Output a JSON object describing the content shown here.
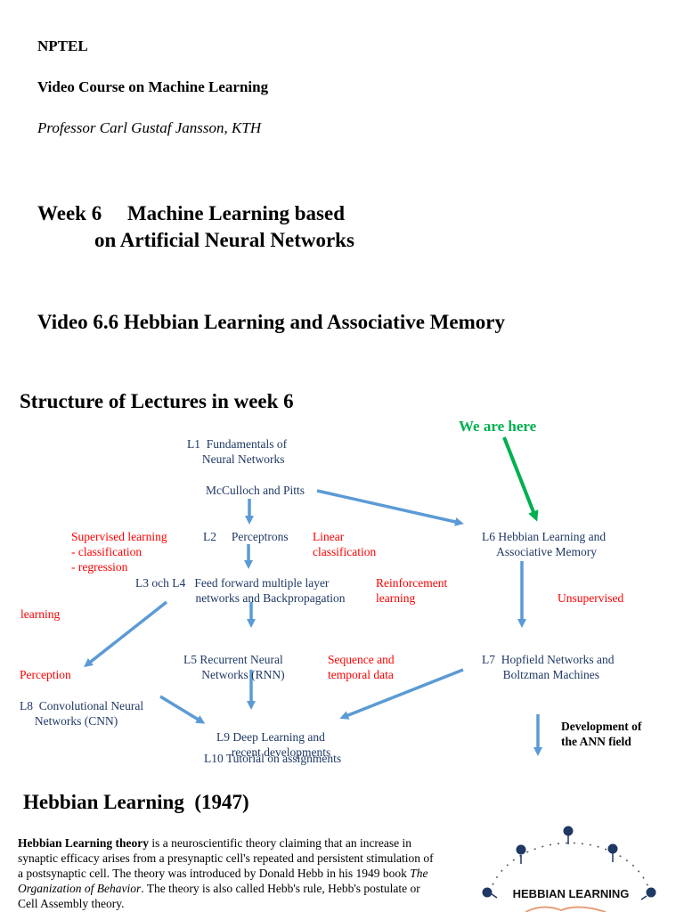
{
  "header": {
    "org": "NPTEL",
    "course": "Video Course on Machine Learning",
    "professor": "Professor Carl Gustaf Jansson, KTH"
  },
  "week": {
    "line1": "Week 6     Machine Learning based",
    "line2": "on Artificial Neural Networks"
  },
  "video_title": "Video 6.6  Hebbian Learning and Associative Memory",
  "structure": {
    "heading": "Structure of Lectures in week 6",
    "we_are_here": "We are here",
    "nodes": {
      "l1": "L1  Fundamentals of\n     Neural Networks",
      "mcculloch": "McCulloch and Pitts",
      "l2": "L2     Perceptrons",
      "l3l4": "L3 och L4   Feed forward multiple layer\n                    networks and Backpropagation",
      "l5": "L5 Recurrent Neural\n      Networks (RNN)",
      "l6": "L6 Hebbian Learning and\n     Associative Memory",
      "l7": "L7  Hopfield Networks and\n       Boltzman Machines",
      "l8": "L8  Convolutional Neural\n     Networks (CNN)",
      "l9": "L9 Deep Learning and\n     recent developments",
      "l10": "L10 Tutorial on assignments"
    },
    "labels": {
      "supervised": "Supervised learning\n- classification\n- regression",
      "linear": "Linear\nclassification",
      "reinforcement": "Reinforcement\nlearning",
      "unsupervised": "Unsupervised",
      "learning": "learning",
      "perception": "Perception",
      "sequence": "Sequence and\ntemporal data",
      "development": "Development of\nthe ANN field"
    },
    "colors": {
      "node_text": "#1f3864",
      "label_red": "#ff0000",
      "arrow_blue": "#5b9bd5",
      "arrow_green": "#00b050"
    }
  },
  "hebbian": {
    "heading": "Hebbian Learning  (1947)",
    "para_bold": "Hebbian Learning theory",
    "para_1": " is a neuroscientific theory claiming that an increase in synaptic efficacy arises from a presynaptic cell's repeated and persistent stimulation of a postsynaptic cell. The theory was introduced by Donald Hebb in his 1949 book ",
    "para_italic": "The Organization of Behavior",
    "para_2": ". The theory is also called Hebb's rule, Hebb's postulate or  Cell Assembly theory.",
    "logo_text": "HEBBIAN LEARNING"
  }
}
